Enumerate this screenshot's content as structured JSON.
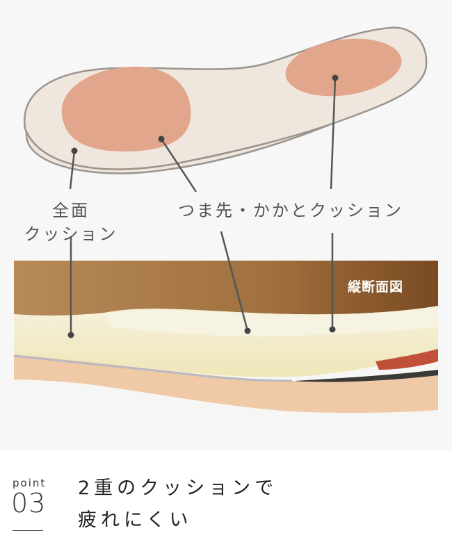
{
  "diagram": {
    "labels": {
      "full_cushion": [
        "全面",
        "クッション"
      ],
      "toe_heel_cushion": "つま先・かかとクッション",
      "section_view": "縦断面図"
    },
    "colors": {
      "background": "#f7f7f7",
      "insole_fill": "#efe6de",
      "insole_stroke": "#9b948d",
      "cushion_pad": "#e1a68b",
      "leader_line": "#555555",
      "leather_brown": "#9a6a3c",
      "foam_cream": "#f2ecc8",
      "sole_tan": "#f0c9a6"
    }
  },
  "point": {
    "word": "point",
    "number": "03",
    "headline": [
      "2重のクッションで",
      "疲れにくい"
    ]
  }
}
